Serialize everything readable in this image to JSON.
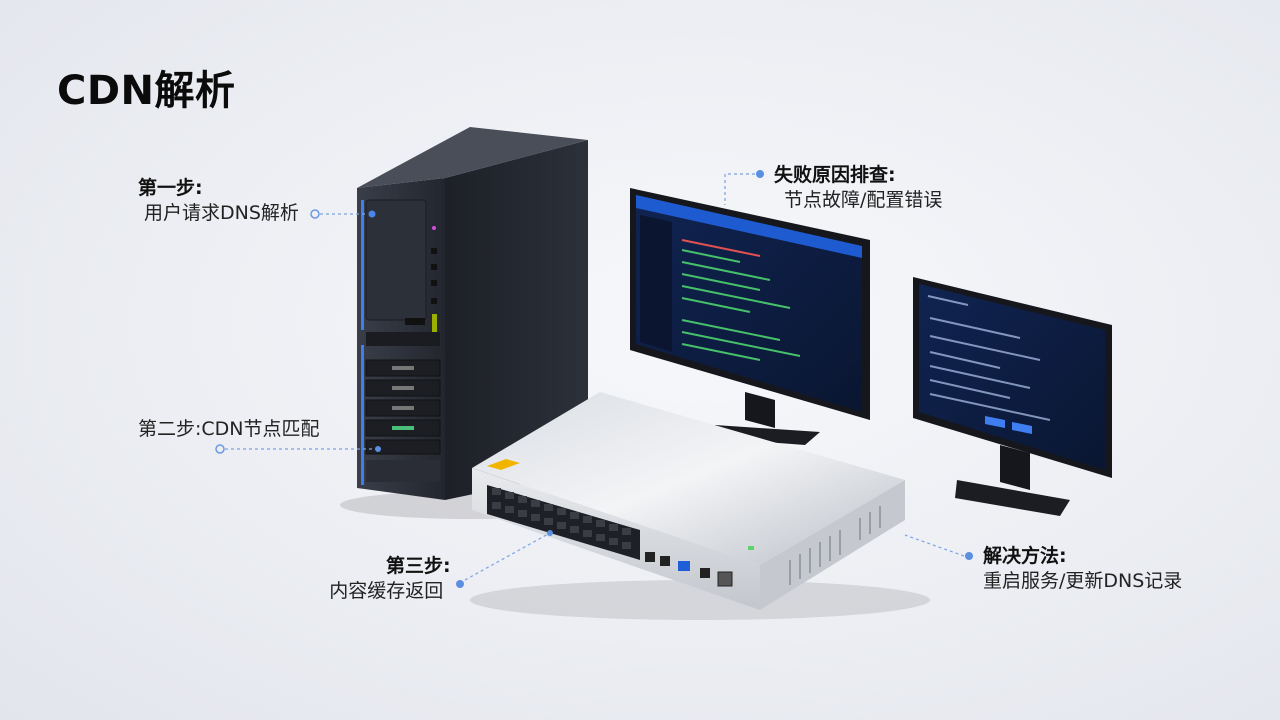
{
  "title": "CDN解析",
  "steps": {
    "step1": {
      "heading": "第一步:",
      "text": "用户请求DNS解析"
    },
    "step2": {
      "heading": "第二步:CDN节点匹配"
    },
    "step3": {
      "heading": "第三步:",
      "text": "内容缓存返回"
    },
    "troubleshoot": {
      "heading": "失败原因排查:",
      "text": "节点故障/配置错误"
    },
    "solution": {
      "heading": "解决方法:",
      "text": "重启服务/更新DNS记录"
    }
  },
  "colors": {
    "accent": "#4a86e8",
    "screen": "#0e1d40",
    "tower": "#2a2d36"
  }
}
